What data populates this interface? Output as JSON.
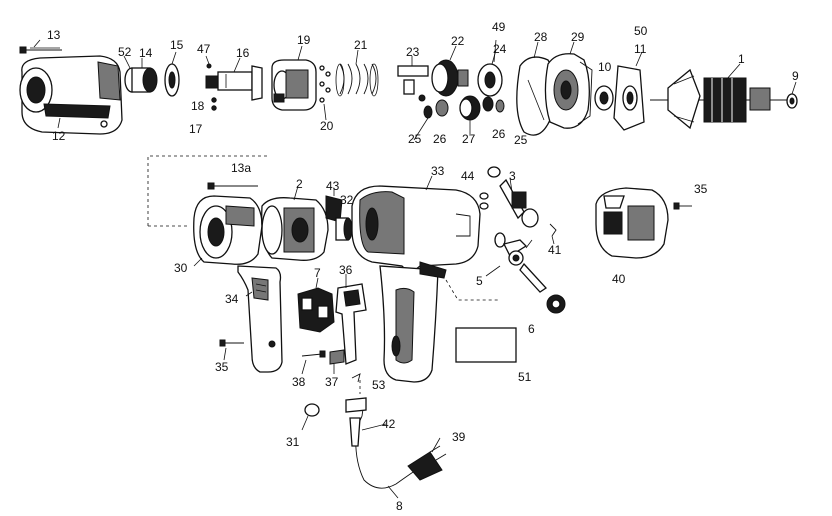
{
  "labels": {
    "l13": "13",
    "l52": "52",
    "l14": "14",
    "l15": "15",
    "l47": "47",
    "l16": "16",
    "l19": "19",
    "l21": "21",
    "l23": "23",
    "l22": "22",
    "l49": "49",
    "l24": "24",
    "l28": "28",
    "l29": "29",
    "l50": "50",
    "l11": "11",
    "l10": "10",
    "l1": "1",
    "l9": "9",
    "l12": "12",
    "l18": "18",
    "l17": "17",
    "l20": "20",
    "l25a": "25",
    "l26a": "26",
    "l27": "27",
    "l26b": "26",
    "l25b": "25",
    "l13a": "13a",
    "l2": "2",
    "l43": "43",
    "l33": "33",
    "l44": "44",
    "l3": "3",
    "l35a": "35",
    "l32": "32",
    "l30": "30",
    "l7": "7",
    "l36": "36",
    "l41": "41",
    "l40": "40",
    "l5": "5",
    "l34": "34",
    "l6": "6",
    "l35b": "35",
    "l38": "38",
    "l37": "37",
    "l53": "53",
    "l51": "51",
    "l42": "42",
    "l39": "39",
    "l31": "31",
    "l8": "8"
  }
}
